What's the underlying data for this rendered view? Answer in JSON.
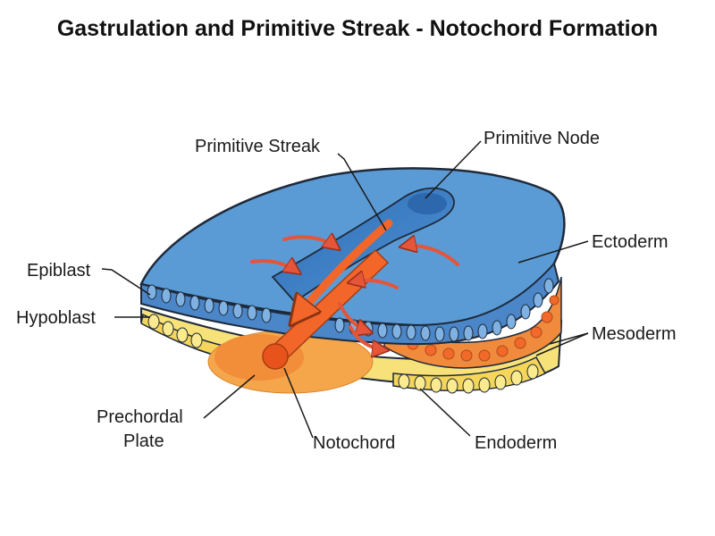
{
  "title": "Gastrulation and Primitive Streak - Notochord Formation",
  "labels": {
    "primitive_streak": "Primitive Streak",
    "primitive_node": "Primitive Node",
    "epiblast": "Epiblast",
    "hypoblast": "Hypoblast",
    "ectoderm": "Ectoderm",
    "mesoderm": "Mesoderm",
    "prechordal_line1": "Prechordal",
    "prechordal_line2": "Plate",
    "notochord": "Notochord",
    "endoderm": "Endoderm"
  },
  "colors": {
    "ectoderm_blue": "#5B9BD5",
    "epiblast_cells": "#4A86C8",
    "hypoblast_yellow": "#F7E27A",
    "mesoderm_orange": "#F08A3C",
    "notochord_orange": "#F2662A",
    "arrow_red": "#E4553A",
    "outline": "#1E2A3A"
  }
}
